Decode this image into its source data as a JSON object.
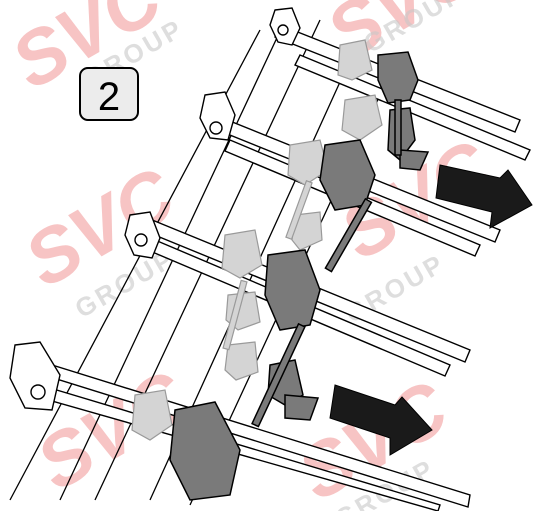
{
  "step": {
    "number": "2"
  },
  "watermark": {
    "brand": "SVC",
    "sub": "GROUP",
    "brand_color": "#ef8a8a",
    "sub_color": "#c8c8c8"
  },
  "colors": {
    "line": "#000000",
    "part_dark": "#7a7a7a",
    "part_ghost": "#d4d4d4",
    "arrow": "#1a1a1a",
    "badge_bg": "#ececec"
  },
  "icons": {
    "direction_arrow": "arrow-right-down",
    "tractor_unit": "tractor-clamp"
  }
}
